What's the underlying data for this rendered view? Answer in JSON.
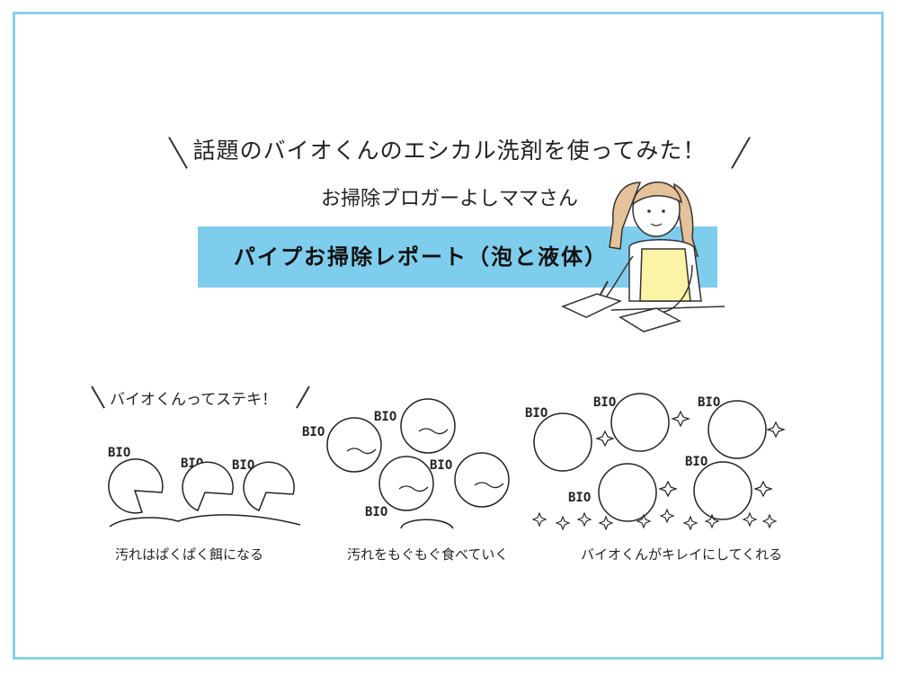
{
  "headline": "話題のバイオくんのエシカル洗剤を使ってみた！",
  "subtitle": "お掃除ブロガーよしママさん",
  "banner": "パイプお掃除レポート（泡と液体）",
  "speech": "バイオくんってステキ！",
  "bio_label": "BIO",
  "captions": [
    "汚れはぱくぱく餌になる",
    "汚れをもぐもぐ食べていく",
    "バイオくんがキレイにしてくれる"
  ],
  "colors": {
    "frame": "#8ccfe8",
    "banner": "#7fcdec",
    "apron": "#fbf3a6",
    "hair": "#e6c29a"
  }
}
